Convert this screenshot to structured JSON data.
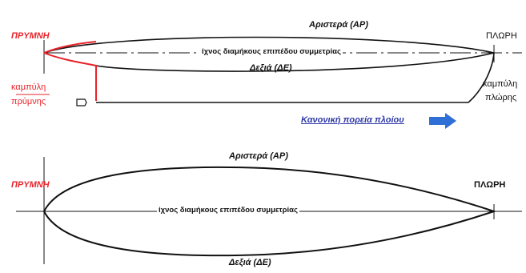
{
  "colors": {
    "red": "#e8232a",
    "black": "#111111",
    "blue": "#2f6fd6",
    "blue_text": "#2e3aa8"
  },
  "top_diagram": {
    "stern_label": "ΠΡΥΜΝΗ",
    "bow_label": "ΠΛΩΡΗ",
    "port_label": "Αριστερά (ΑΡ)",
    "starboard_label": "Δεξιά (ΔΕ)",
    "centerline_label": "ίχνος διαμήκους επιπέδου συμμετρίας",
    "stern_curve_label_1": "καμπύλη",
    "stern_curve_label_2": "πρύμνης",
    "bow_curve_label_1": "καμπύλη",
    "bow_curve_label_2": "πλώρης",
    "direction_label": "Κανονική πορεία πλοίου",
    "direction_arrow_icon": "right-arrow-icon"
  },
  "bottom_diagram": {
    "stern_label": "ΠΡΥΜΝΗ",
    "bow_label": "ΠΛΩΡΗ",
    "port_label": "Αριστερά (ΑΡ)",
    "starboard_label": "Δεξιά (ΔΕ)",
    "centerline_label": "ίχνος διαμήκους επιπέδου συμμετρίας"
  }
}
